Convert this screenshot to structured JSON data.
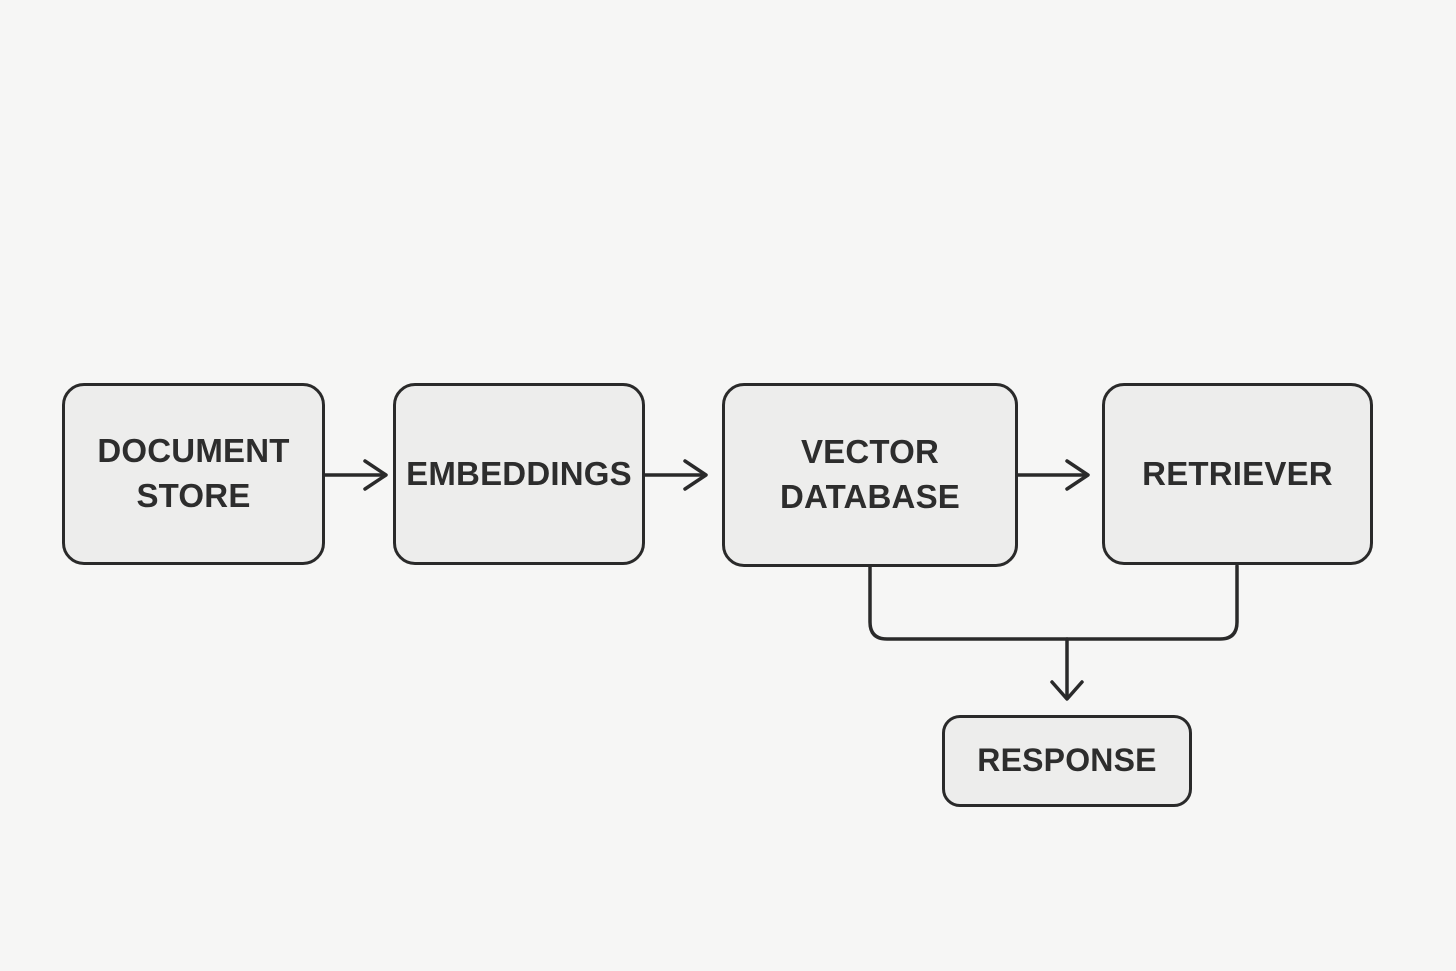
{
  "diagram": {
    "type": "flowchart",
    "nodes": {
      "document_store": {
        "label": "DOCUMENT STORE"
      },
      "embeddings": {
        "label": "EMBEDDINGS"
      },
      "vector_database": {
        "label": "VECTOR DATABASE"
      },
      "retriever": {
        "label": "RETRIEVER"
      },
      "response": {
        "label": "RESPONSE"
      }
    },
    "edges": [
      {
        "from": "document_store",
        "to": "embeddings",
        "style": "arrow-right"
      },
      {
        "from": "embeddings",
        "to": "vector_database",
        "style": "arrow-right"
      },
      {
        "from": "vector_database",
        "to": "retriever",
        "style": "arrow-right"
      },
      {
        "from": "vector_database",
        "to": "response",
        "style": "merge-down-arrow"
      },
      {
        "from": "retriever",
        "to": "response",
        "style": "merge-down-arrow"
      }
    ],
    "colors": {
      "background": "#f6f6f5",
      "node_fill": "#ededec",
      "node_border": "#2a2a2a",
      "text": "#2d2d2d"
    }
  }
}
